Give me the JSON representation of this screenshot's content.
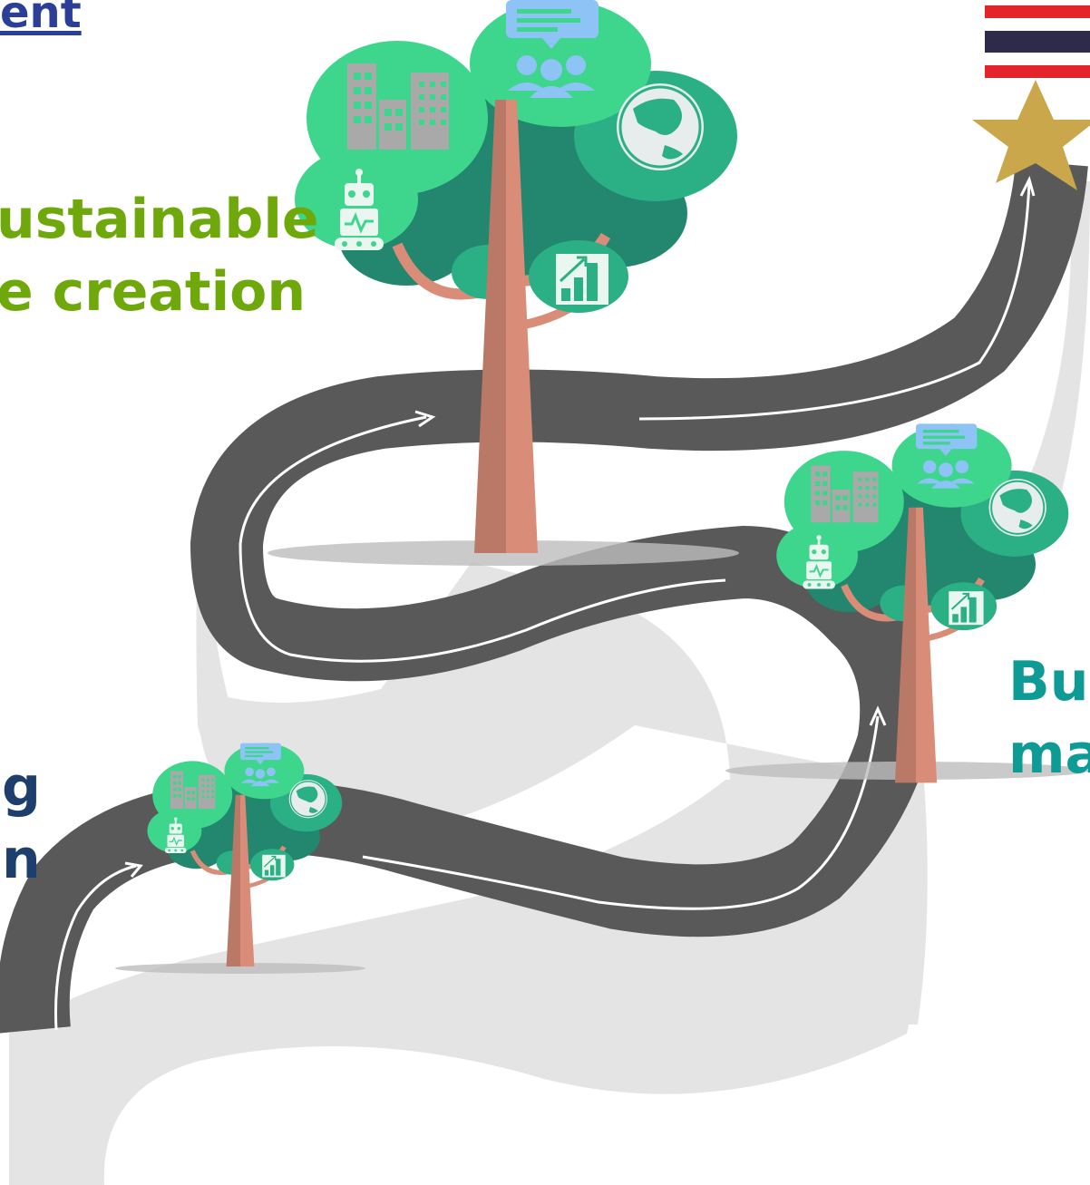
{
  "title": {
    "text": "ent",
    "color": "#2B3F97"
  },
  "labels": {
    "top": {
      "line1": "ustainable",
      "line2": "e creation",
      "color": "#6FA80A"
    },
    "left": {
      "line1": "g",
      "line2": "n",
      "color": "#1E3E6E"
    },
    "right": {
      "line1": "Bui",
      "line2": "ma",
      "color": "#0E9B96"
    }
  },
  "colors": {
    "road": "#595959",
    "road_line": "#ffffff",
    "shadow": "#e4e4e4",
    "trunk_dark": "#b97966",
    "trunk_light": "#d98c78",
    "canopy_light": "#3dd68c",
    "canopy_mid": "#2bb085",
    "canopy_dark": "#23866e",
    "icon_gray": "#a9a9a9",
    "bubble_blue": "#8ec3f5",
    "star": "#C9A74A",
    "flag_red": "#E3242B",
    "flag_blue": "#2D2A4A"
  },
  "icons": [
    "buildings-icon",
    "meeting-icon",
    "globe-icon",
    "robot-icon",
    "growth-chart-icon",
    "star-icon",
    "thai-flag-icon"
  ]
}
